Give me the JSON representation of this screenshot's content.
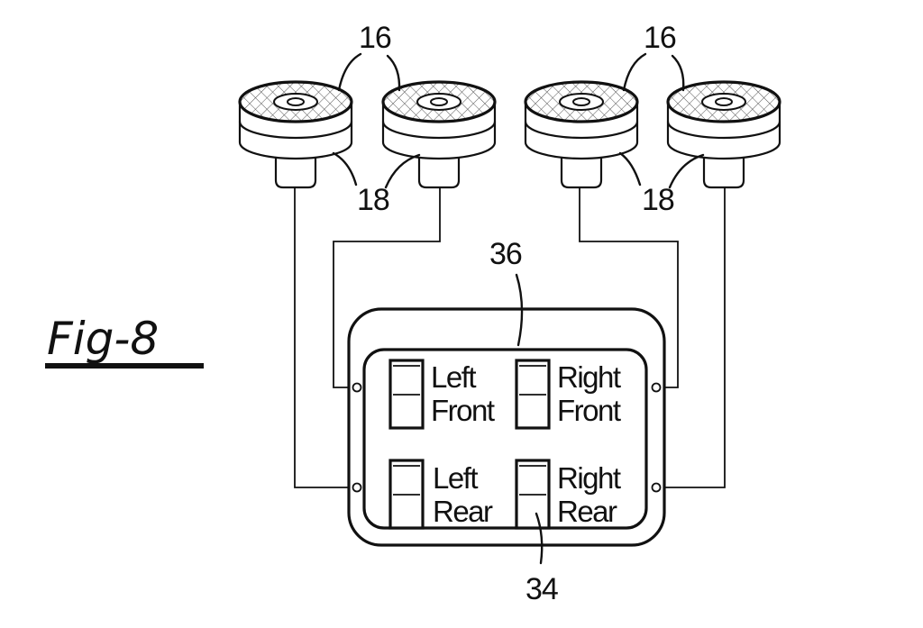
{
  "figure": {
    "title": "Fig-8"
  },
  "reference_numerals": {
    "sensor_top": "16",
    "sensor_body": "18",
    "control_panel": "36",
    "switch": "34"
  },
  "sensors": [
    {
      "id": "sensor-1",
      "top_label": "16",
      "body_label": "18"
    },
    {
      "id": "sensor-2",
      "top_label": "16",
      "body_label": "18"
    },
    {
      "id": "sensor-3",
      "top_label": "16",
      "body_label": "18"
    },
    {
      "id": "sensor-4",
      "top_label": "16",
      "body_label": "18"
    }
  ],
  "panel": {
    "switches": [
      {
        "position": "left-front",
        "line1": "Left",
        "line2": "Front"
      },
      {
        "position": "right-front",
        "line1": "Right",
        "line2": "Front"
      },
      {
        "position": "left-rear",
        "line1": "Left",
        "line2": "Rear"
      },
      {
        "position": "right-rear",
        "line1": "Right",
        "line2": "Rear"
      }
    ]
  },
  "colors": {
    "ink": "#111111",
    "paper": "#ffffff"
  }
}
